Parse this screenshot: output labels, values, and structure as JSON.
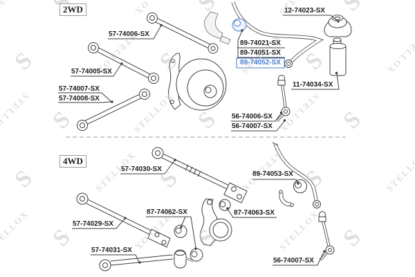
{
  "sections": {
    "two_wd": "2WD",
    "four_wd": "4WD"
  },
  "parts_2wd": {
    "lateral_rod_upper": "57-74006-SX",
    "lateral_rod_mid": "57-74005-SX",
    "curved_arm_a": "57-74007-SX",
    "curved_arm_b": "57-74008-SX",
    "stab_bushing_1": "89-74021-SX",
    "stab_bushing_2": "89-74051-SX",
    "stab_bushing_3": "89-74052-SX",
    "strut_mount": "12-74023-SX",
    "bump_stop": "11-74034-SX",
    "stab_link_a": "56-74006-SX",
    "stab_link_b": "56-74007-SX"
  },
  "parts_4wd": {
    "adjustable_rod": "57-74030-SX",
    "fork_rod": "57-74029-SX",
    "bushing_pair": "87-74062-SX",
    "lower_arm": "57-74031-SX",
    "stab_bushing": "89-74053-SX",
    "knuckle_bushing": "87-74063-SX",
    "stab_link": "56-74007-SX"
  },
  "highlight": {
    "selected_part": "89-74052-SX",
    "color": "#4a7ac9"
  },
  "watermark": {
    "text": "STELLOX",
    "logo_glyph": "S"
  }
}
